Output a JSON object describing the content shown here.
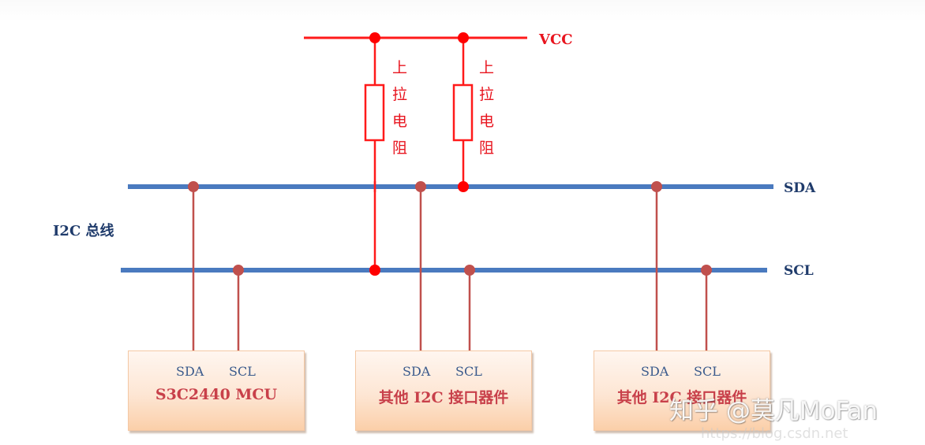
{
  "diagram": {
    "title": "I2C bus wiring with pull-up resistors",
    "colors": {
      "bus_blue": "#4a7abf",
      "power_red": "#ff1a1a",
      "wire_brown": "#c0504d",
      "box_fill": "#fcd5b5",
      "label_blue": "#1f3b6b",
      "label_red": "#e8141e"
    },
    "power_rail": {
      "label": "VCC"
    },
    "bus_label": "I2C 总线",
    "lines": {
      "sda": "SDA",
      "scl": "SCL"
    },
    "pullups": [
      {
        "label_chars": [
          "上",
          "拉",
          "电",
          "阻"
        ],
        "connects_to": "SCL"
      },
      {
        "label_chars": [
          "上",
          "拉",
          "电",
          "阻"
        ],
        "connects_to": "SDA"
      }
    ],
    "devices": [
      {
        "name": "S3C2440 MCU",
        "pin_sda": "SDA",
        "pin_scl": "SCL"
      },
      {
        "name": "其他 I2C 接口器件",
        "pin_sda": "SDA",
        "pin_scl": "SCL"
      },
      {
        "name": "其他 I2C 接口器件",
        "pin_sda": "SDA",
        "pin_scl": "SCL"
      }
    ]
  },
  "watermark": {
    "text": "知乎 @莫凡MoFan",
    "url": "https://blog.csdn.net"
  }
}
